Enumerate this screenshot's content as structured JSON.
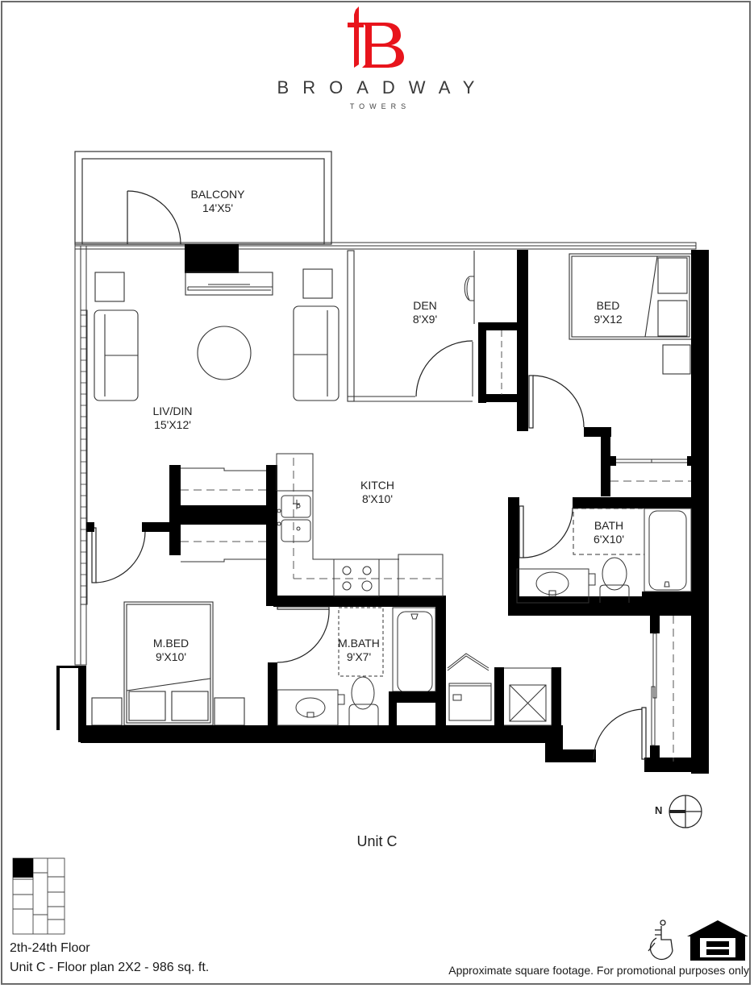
{
  "brand": {
    "logo_letters": "tB",
    "name": "BROADWAY",
    "subtitle": "TOWERS",
    "accent_color": "#e8141c"
  },
  "rooms": [
    {
      "id": "balcony",
      "name": "BALCONY",
      "dims": "14'X5'"
    },
    {
      "id": "living",
      "name": "LIV/DIN",
      "dims": "15'X12'"
    },
    {
      "id": "den",
      "name": "DEN",
      "dims": "8'X9'"
    },
    {
      "id": "bed",
      "name": "BED",
      "dims": "9'X12"
    },
    {
      "id": "kitchen",
      "name": "KITCH",
      "dims": "8'X10'"
    },
    {
      "id": "bath",
      "name": "BATH",
      "dims": "6'X10'"
    },
    {
      "id": "master_bed",
      "name": "M.BED",
      "dims": "9'X10'"
    },
    {
      "id": "master_bath",
      "name": "M.BATH",
      "dims": "9'X7'"
    }
  ],
  "plan": {
    "unit_title": "Unit C",
    "north_label": "N",
    "wall_color": "#000000"
  },
  "footer": {
    "floor_range": "2th-24th Floor",
    "plan_description": "Unit C - Floor plan 2X2 - 986 sq. ft.",
    "disclaimer": "Approximate square footage. For promotional purposes only",
    "icons": [
      "wheelchair-accessible-icon",
      "equal-housing-icon"
    ]
  }
}
